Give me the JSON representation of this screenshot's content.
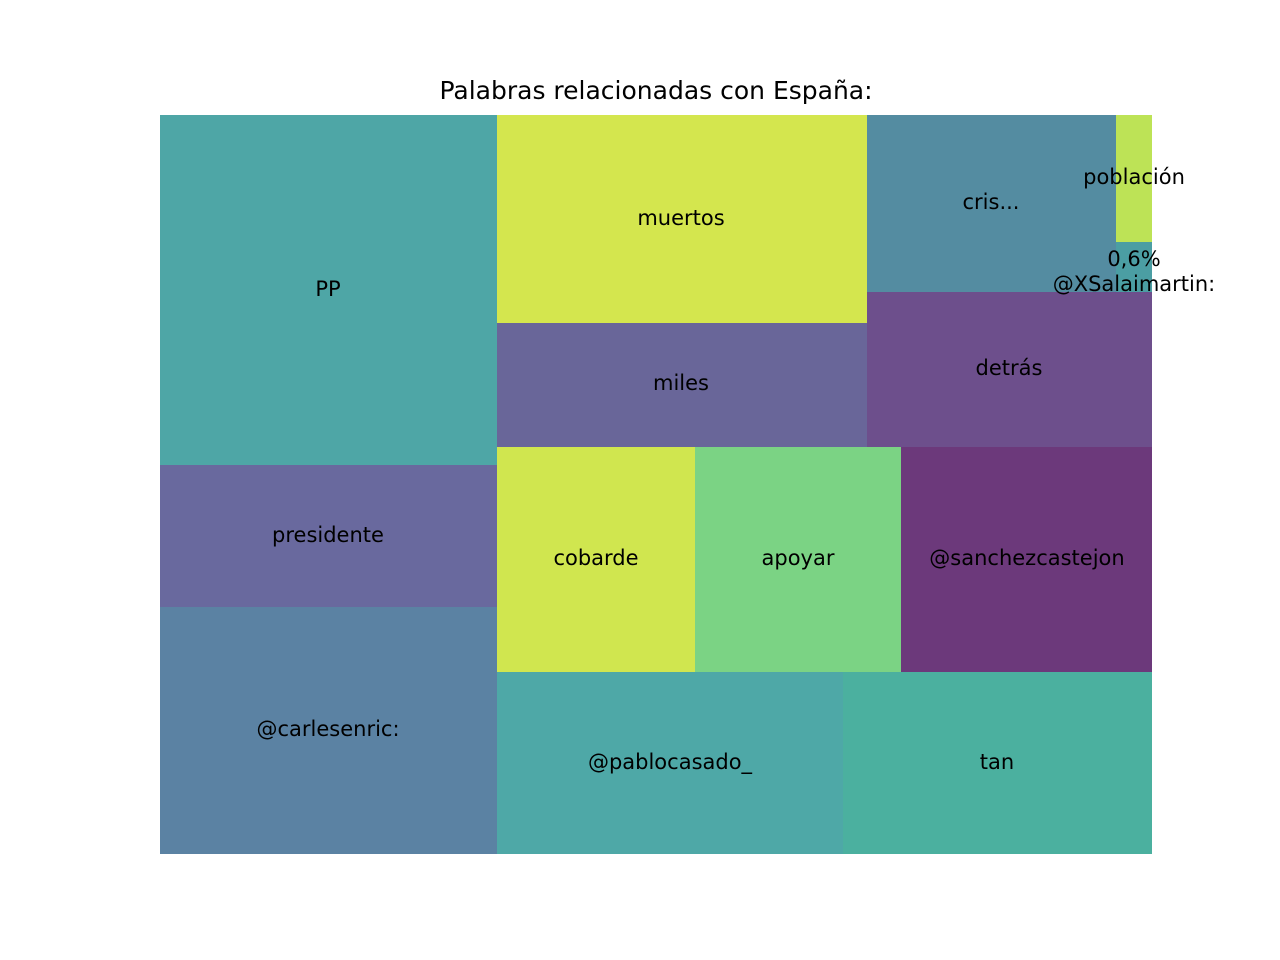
{
  "chart_data": {
    "type": "treemap",
    "title": "Palabras relacionadas con España:",
    "cells": [
      {
        "label": "PP",
        "color": "#4ea6a6"
      },
      {
        "label": "presidente",
        "color": "#69699e"
      },
      {
        "label": "@carlesenric:",
        "color": "#5b82a3"
      },
      {
        "label": "muertos",
        "color": "#d4e64e"
      },
      {
        "label": "miles",
        "color": "#696699"
      },
      {
        "label": "cris...",
        "color": "#548ca1"
      },
      {
        "label": "población",
        "color": "#bde356"
      },
      {
        "label": "0,6%",
        "color": "#4b9ea3"
      },
      {
        "label": "@XSalaimartin:",
        "color": "#4b9ea3"
      },
      {
        "label": "detrás",
        "color": "#6d4f8c"
      },
      {
        "label": "cobarde",
        "color": "#d0e64f"
      },
      {
        "label": "apoyar",
        "color": "#7bd384"
      },
      {
        "label": "@sanchezcastejon",
        "color": "#6c397b"
      },
      {
        "label": "@pablocasado_",
        "color": "#4ea8a7"
      },
      {
        "label": "tan",
        "color": "#4bb09f"
      }
    ]
  }
}
